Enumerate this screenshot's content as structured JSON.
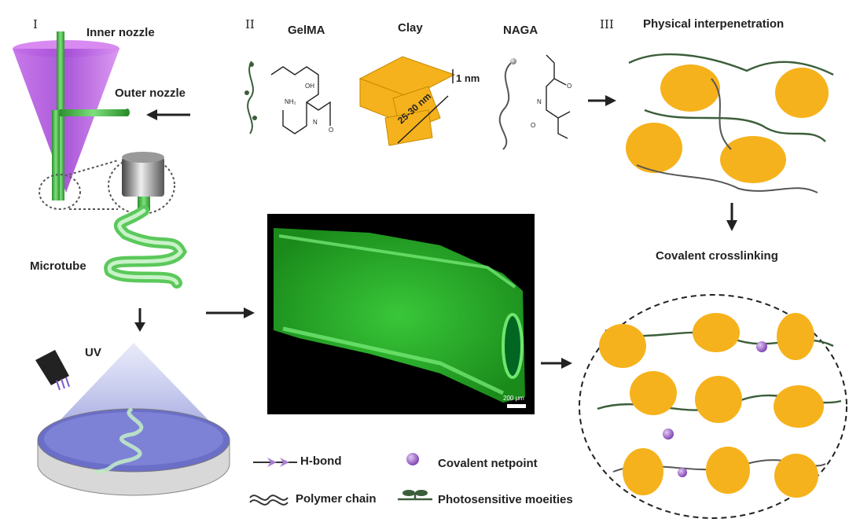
{
  "panel_I": {
    "roman": "I",
    "inner_nozzle": "Inner nozzle",
    "outer_nozzle": "Outer nozzle",
    "microtube": "Microtube",
    "uv": "UV"
  },
  "panel_II": {
    "roman": "II",
    "gelma": "GelMA",
    "clay": "Clay",
    "naga": "NAGA",
    "clay_thickness": "1 nm",
    "clay_width": "25-30 nm"
  },
  "panel_III": {
    "roman": "III",
    "physical": "Physical interpenetration",
    "covalent": "Covalent crosslinking"
  },
  "micrograph": {
    "scale_bar": "200 μm"
  },
  "legend": {
    "hbond": "H-bond",
    "polymer_chain": "Polymer chain",
    "netpoint": "Covalent netpoint",
    "photosensitive": "Photosensitive moeities"
  },
  "colors": {
    "clay": "#f6b21c",
    "polymer": "#3b5e3a",
    "hbond": "#a77fd1",
    "nozzle": "#b04de0",
    "tube": "#4ad04a"
  }
}
